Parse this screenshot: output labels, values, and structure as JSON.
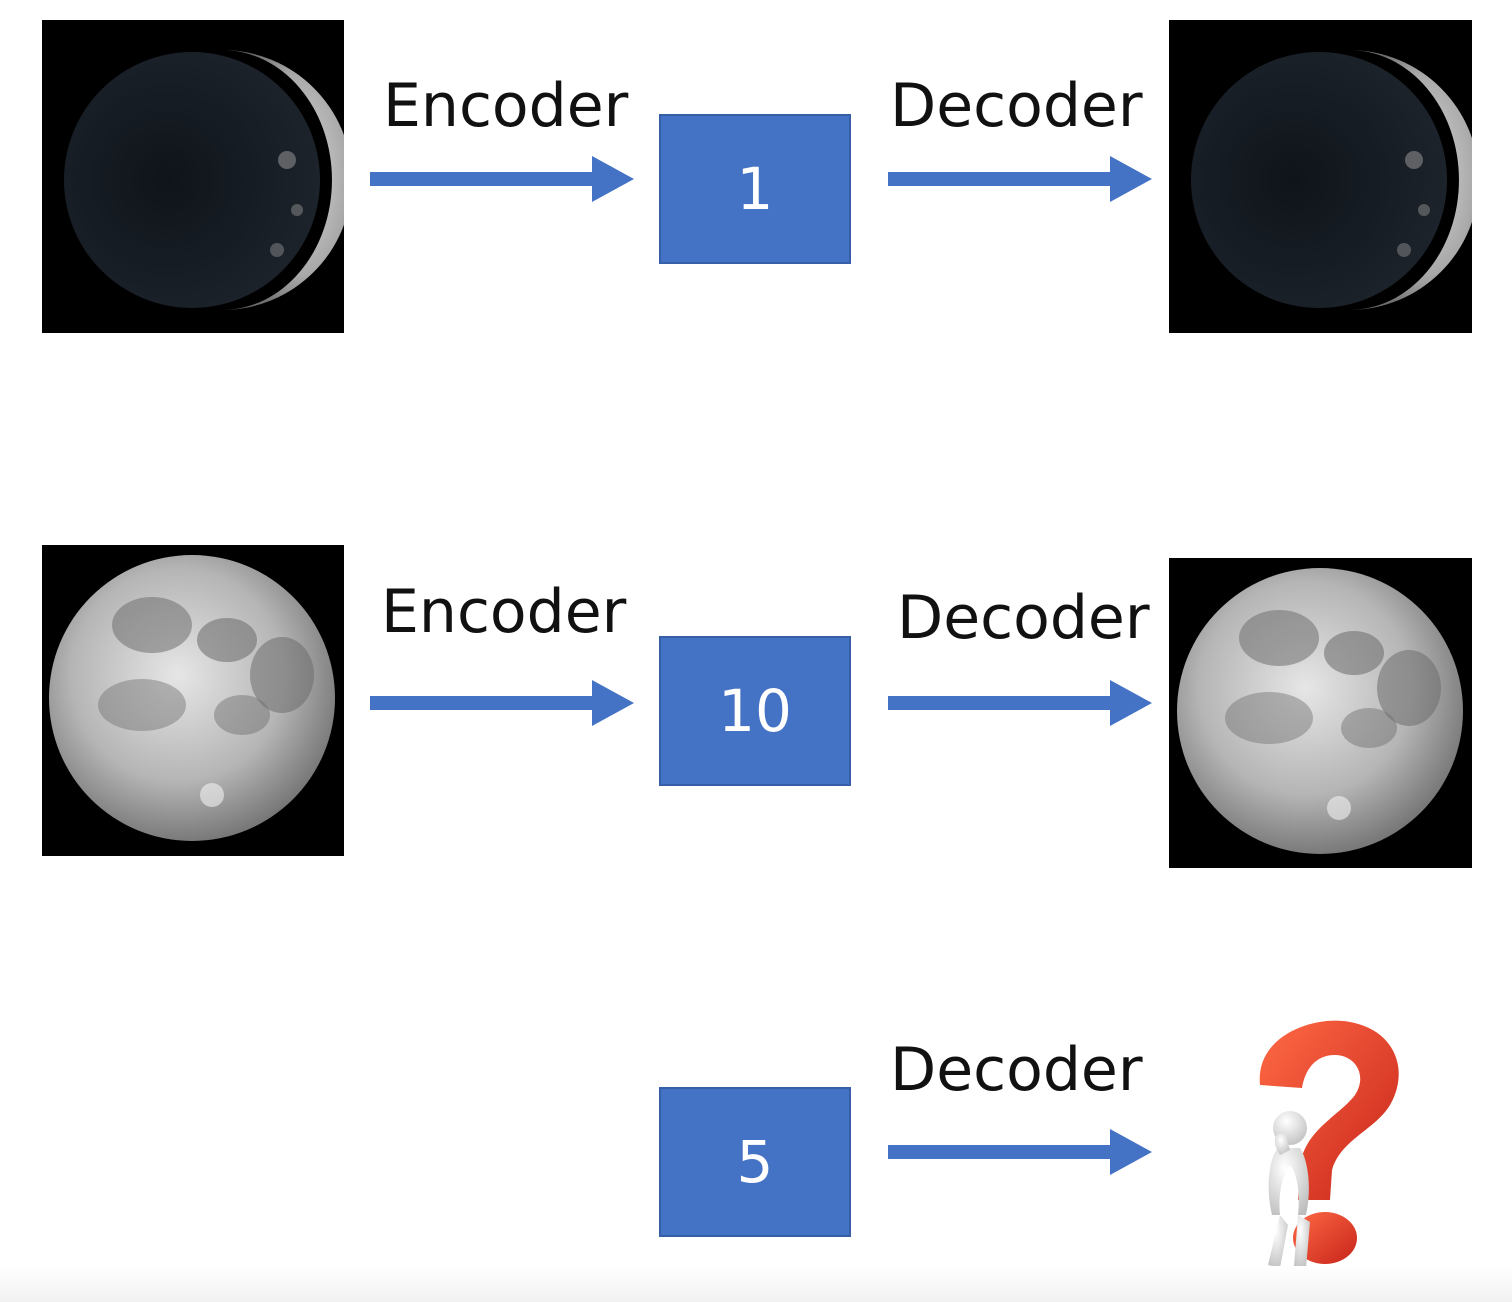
{
  "rows": [
    {
      "input_image": "crescent-moon",
      "encoder_label": "Encoder",
      "code": "1",
      "decoder_label": "Decoder",
      "output_image": "crescent-moon"
    },
    {
      "input_image": "full-moon",
      "encoder_label": "Encoder",
      "code": "10",
      "decoder_label": "Decoder",
      "output_image": "full-moon"
    },
    {
      "code": "5",
      "decoder_label": "Decoder",
      "output_image": "question-mark-figure"
    }
  ],
  "colors": {
    "arrow": "#4472c4",
    "code_box": "#4472c4",
    "question_mark": "#e8412a"
  }
}
